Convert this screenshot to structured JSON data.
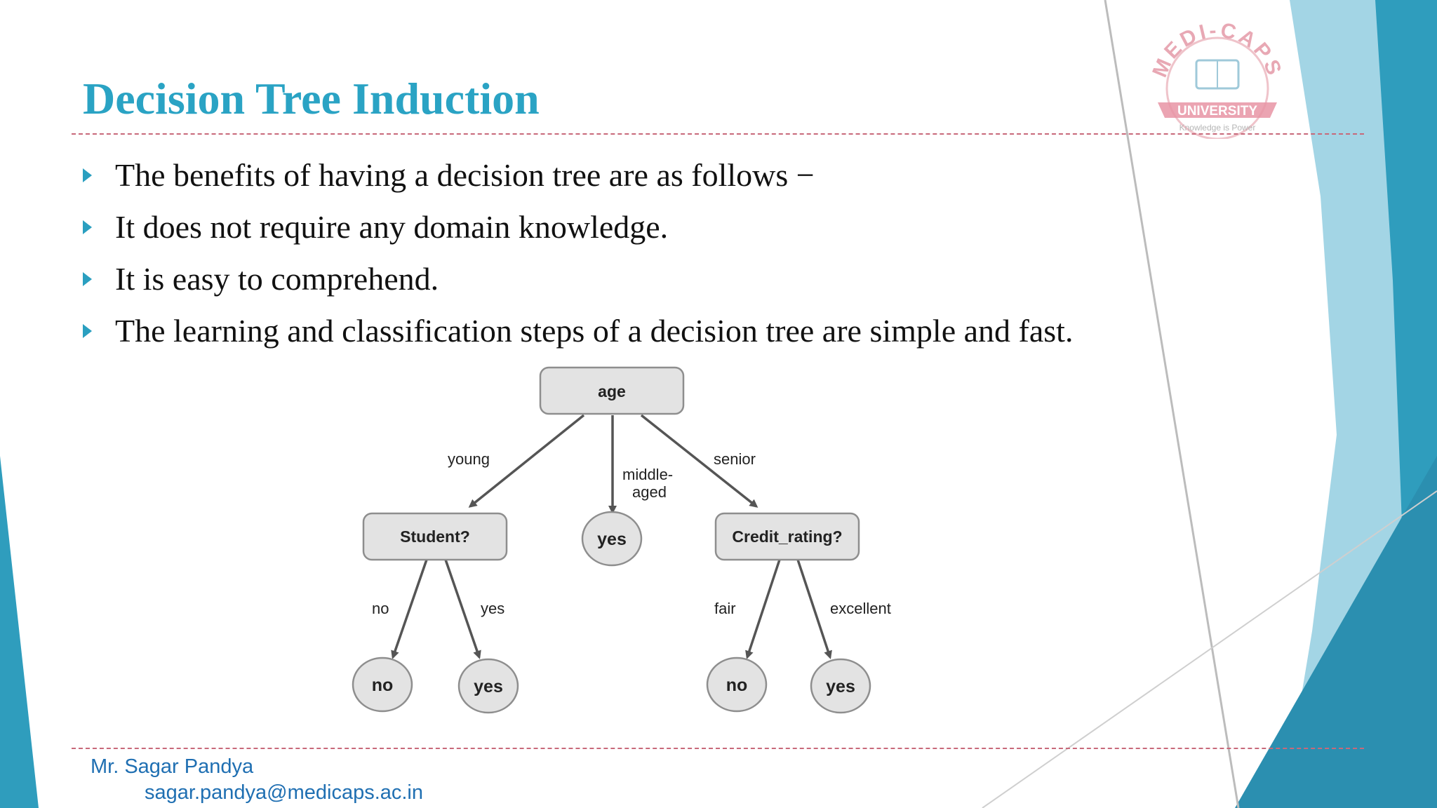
{
  "slide": {
    "title": "Decision Tree Induction",
    "bullets": [
      "The benefits of having a decision tree are as follows −",
      "It does not require any domain knowledge.",
      "It is easy to comprehend.",
      "The learning and classification steps of a decision tree are simple and fast."
    ]
  },
  "tree": {
    "root": "age",
    "edge_labels": {
      "young": "young",
      "middle1": "middle-",
      "middle2": "aged",
      "senior": "senior",
      "no": "no",
      "yes": "yes",
      "fair": "fair",
      "excellent": "excellent"
    },
    "nodes": {
      "student": "Student?",
      "middle_leaf": "yes",
      "credit": "Credit_rating?",
      "student_no": "no",
      "student_yes": "yes",
      "credit_no": "no",
      "credit_yes": "yes"
    }
  },
  "logo": {
    "arc_text": "MEDI-CAPS",
    "banner": "UNIVERSITY",
    "tagline": "Knowledge is Power"
  },
  "footer": {
    "name": "Mr. Sagar Pandya",
    "email": "sagar.pandya@medicaps.ac.in"
  },
  "colors": {
    "title": "#2aa3c4",
    "accent_teal": "#2f9dbd",
    "rule": "#c8697a",
    "footer_text": "#1f6fb2",
    "node_fill": "#e3e3e3",
    "node_stroke": "#8e8e8e"
  }
}
